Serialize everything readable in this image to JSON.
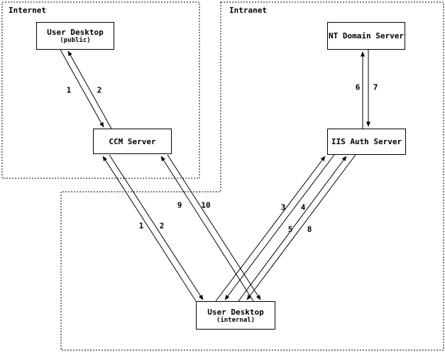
{
  "colors": {
    "background": "#ffffff",
    "line": "#000000",
    "text": "#000000"
  },
  "regions": [
    {
      "id": "internet",
      "label": "Internet"
    },
    {
      "id": "intranet",
      "label": "Intranet"
    }
  ],
  "nodes": [
    {
      "id": "user-desktop-public",
      "title": "User Desktop",
      "subtitle": "(public)"
    },
    {
      "id": "ccm-server",
      "title": "CCM Server"
    },
    {
      "id": "nt-domain-server",
      "title": "NT Domain Server"
    },
    {
      "id": "iis-auth-server",
      "title": "IIS Auth Server"
    },
    {
      "id": "user-desktop-internal",
      "title": "User Desktop",
      "subtitle": "(internal)"
    }
  ],
  "edges": [
    {
      "label": "1",
      "from": "user-desktop-public",
      "to": "ccm-server"
    },
    {
      "label": "2",
      "from": "ccm-server",
      "to": "user-desktop-public"
    },
    {
      "label": "1",
      "from": "user-desktop-internal",
      "to": "ccm-server"
    },
    {
      "label": "2",
      "from": "ccm-server",
      "to": "user-desktop-internal"
    },
    {
      "label": "9",
      "from": "user-desktop-internal",
      "to": "ccm-server"
    },
    {
      "label": "10",
      "from": "ccm-server",
      "to": "user-desktop-internal"
    },
    {
      "label": "3",
      "from": "user-desktop-internal",
      "to": "iis-auth-server"
    },
    {
      "label": "4",
      "from": "iis-auth-server",
      "to": "user-desktop-internal"
    },
    {
      "label": "5",
      "from": "user-desktop-internal",
      "to": "iis-auth-server"
    },
    {
      "label": "8",
      "from": "iis-auth-server",
      "to": "user-desktop-internal"
    },
    {
      "label": "6",
      "from": "iis-auth-server",
      "to": "nt-domain-server"
    },
    {
      "label": "7",
      "from": "nt-domain-server",
      "to": "iis-auth-server"
    }
  ]
}
